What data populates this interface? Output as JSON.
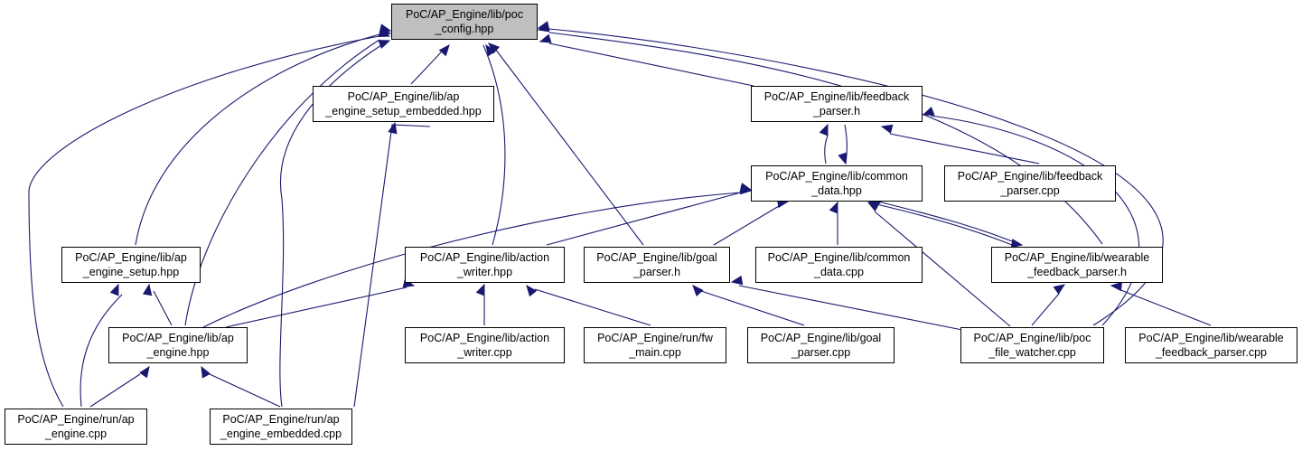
{
  "graph": {
    "edge_color": "#191970",
    "root_fill": "#bfbfbf",
    "nodes": [
      {
        "id": "poc_config",
        "line1": "PoC/AP_Engine/lib/poc",
        "line2": "_config.hpp",
        "root": true
      },
      {
        "id": "ap_engine_setup_embedded_hpp",
        "line1": "PoC/AP_Engine/lib/ap",
        "line2": "_engine_setup_embedded.hpp"
      },
      {
        "id": "feedback_parser_h",
        "line1": "PoC/AP_Engine/lib/feedback",
        "line2": "_parser.h"
      },
      {
        "id": "common_data_hpp",
        "line1": "PoC/AP_Engine/lib/common",
        "line2": "_data.hpp"
      },
      {
        "id": "feedback_parser_cpp",
        "line1": "PoC/AP_Engine/lib/feedback",
        "line2": "_parser.cpp"
      },
      {
        "id": "ap_engine_setup_hpp",
        "line1": "PoC/AP_Engine/lib/ap",
        "line2": "_engine_setup.hpp"
      },
      {
        "id": "action_writer_hpp",
        "line1": "PoC/AP_Engine/lib/action",
        "line2": "_writer.hpp"
      },
      {
        "id": "goal_parser_h",
        "line1": "PoC/AP_Engine/lib/goal",
        "line2": "_parser.h"
      },
      {
        "id": "common_data_cpp",
        "line1": "PoC/AP_Engine/lib/common",
        "line2": "_data.cpp"
      },
      {
        "id": "wearable_feedback_parser_h",
        "line1": "PoC/AP_Engine/lib/wearable",
        "line2": "_feedback_parser.h"
      },
      {
        "id": "ap_engine_hpp",
        "line1": "PoC/AP_Engine/lib/ap",
        "line2": "_engine.hpp"
      },
      {
        "id": "action_writer_cpp",
        "line1": "PoC/AP_Engine/lib/action",
        "line2": "_writer.cpp"
      },
      {
        "id": "fw_main_cpp",
        "line1": "PoC/AP_Engine/run/fw",
        "line2": "_main.cpp"
      },
      {
        "id": "goal_parser_cpp",
        "line1": "PoC/AP_Engine/lib/goal",
        "line2": "_parser.cpp"
      },
      {
        "id": "poc_file_watcher_cpp",
        "line1": "PoC/AP_Engine/lib/poc",
        "line2": "_file_watcher.cpp"
      },
      {
        "id": "wearable_feedback_parser_cpp",
        "line1": "PoC/AP_Engine/lib/wearable",
        "line2": "_feedback_parser.cpp"
      },
      {
        "id": "run_ap_engine_cpp",
        "line1": "PoC/AP_Engine/run/ap",
        "line2": "_engine.cpp"
      },
      {
        "id": "ap_engine_embedded_cpp",
        "line1": "PoC/AP_Engine/run/ap",
        "line2": "_engine_embedded.cpp"
      }
    ]
  }
}
